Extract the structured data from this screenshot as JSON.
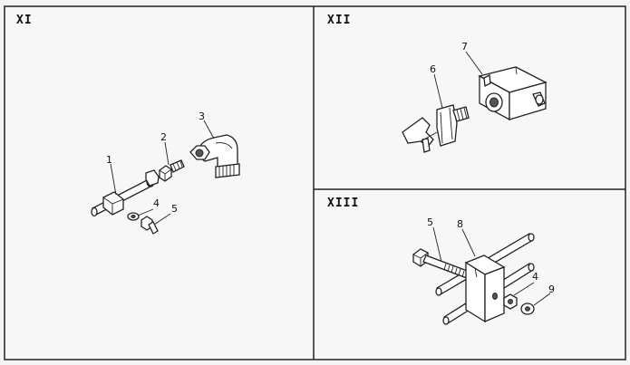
{
  "panels": {
    "xi": {
      "label": "XI"
    },
    "xii": {
      "label": "XII"
    },
    "xiii": {
      "label": "XIII"
    }
  },
  "callouts": {
    "xi": [
      "1",
      "2",
      "3",
      "4",
      "5"
    ],
    "xii": [
      "6",
      "7"
    ],
    "xiii": [
      "5",
      "8",
      "4",
      "9"
    ]
  }
}
